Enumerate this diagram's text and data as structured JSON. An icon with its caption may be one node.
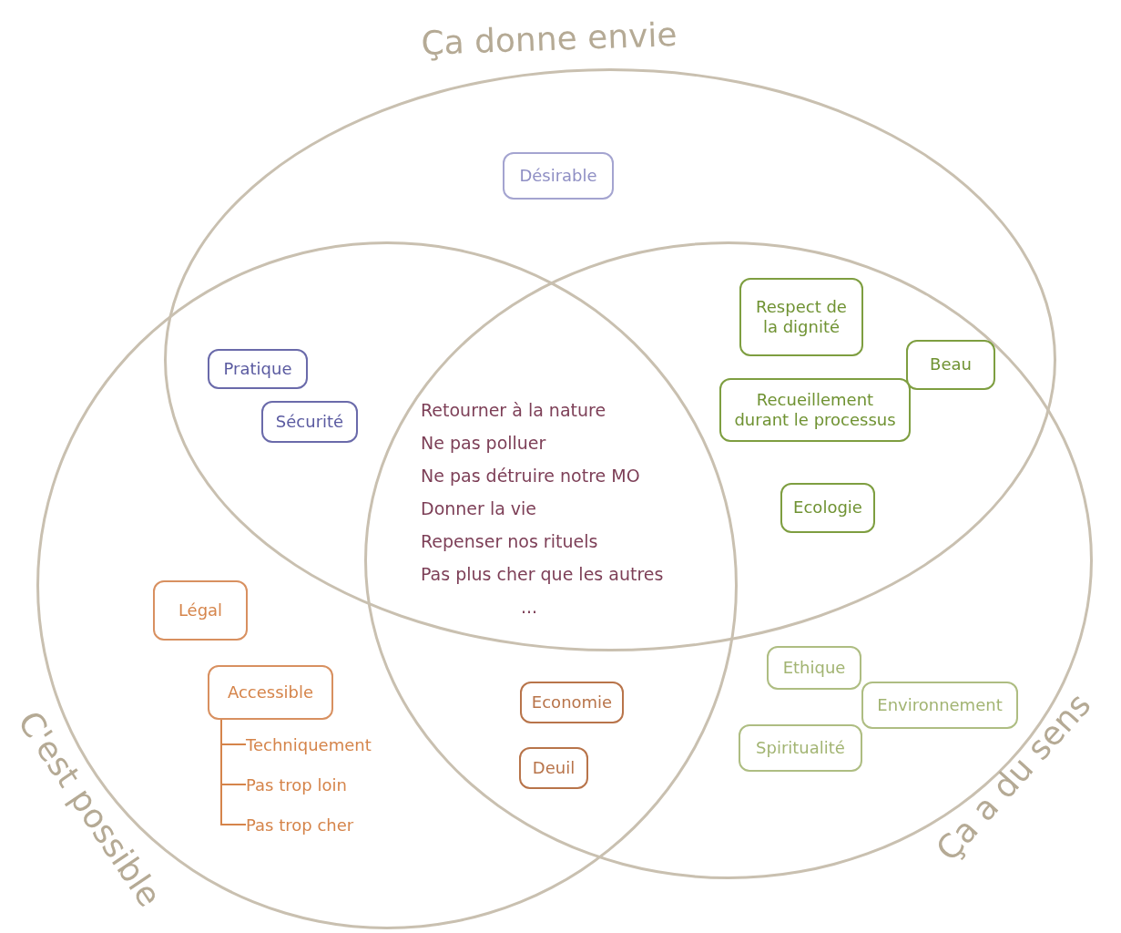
{
  "diagram": {
    "nodes": [
      {
        "text": [
          "Ça donne envie"
        ]
      },
      {
        "text": [
          "Désirable"
        ],
        "in": 0
      },
      {
        "text": [
          "C'est possible"
        ]
      },
      {
        "text": [
          "Ça a du sens"
        ]
      },
      {
        "text": [
          "Pratique"
        ]
      },
      {
        "text": [
          "Sécurité"
        ]
      },
      {
        "text": [
          "Respect de la dignité"
        ]
      },
      {
        "text": [
          "Beau"
        ]
      },
      {
        "text": [
          "Recueillement durant le processus"
        ]
      },
      {
        "text": [
          "Ecologie"
        ]
      },
      {
        "text": [
          "Légal"
        ],
        "in": 2
      },
      {
        "text": [
          "Accessible"
        ],
        "in": 2
      },
      {
        "text": [
          "Techniquement"
        ],
        "in": 2
      },
      {
        "text": [
          "Pas trop loin"
        ],
        "in": 2
      },
      {
        "text": [
          "Pas trop cher"
        ],
        "in": 2
      },
      {
        "text": [
          "Economie"
        ]
      },
      {
        "text": [
          "Deuil"
        ]
      },
      {
        "text": [
          "Ethique"
        ],
        "in": 3
      },
      {
        "text": [
          "Environnement"
        ],
        "in": 3
      },
      {
        "text": [
          "Spiritualité"
        ],
        "in": 3
      }
    ],
    "edges": [
      {
        "from": 11,
        "to": 12,
        "arrow": "none"
      },
      {
        "from": 11,
        "to": 13,
        "arrow": "none"
      },
      {
        "from": 11,
        "to": 14,
        "arrow": "none"
      }
    ],
    "labels": [
      "Retourner à la nature",
      "Ne pas polluer",
      "Ne pas détruire notre MO",
      "Donner la vie",
      "Repenser nos rituels",
      "Pas plus cher que les autres",
      "..."
    ]
  }
}
